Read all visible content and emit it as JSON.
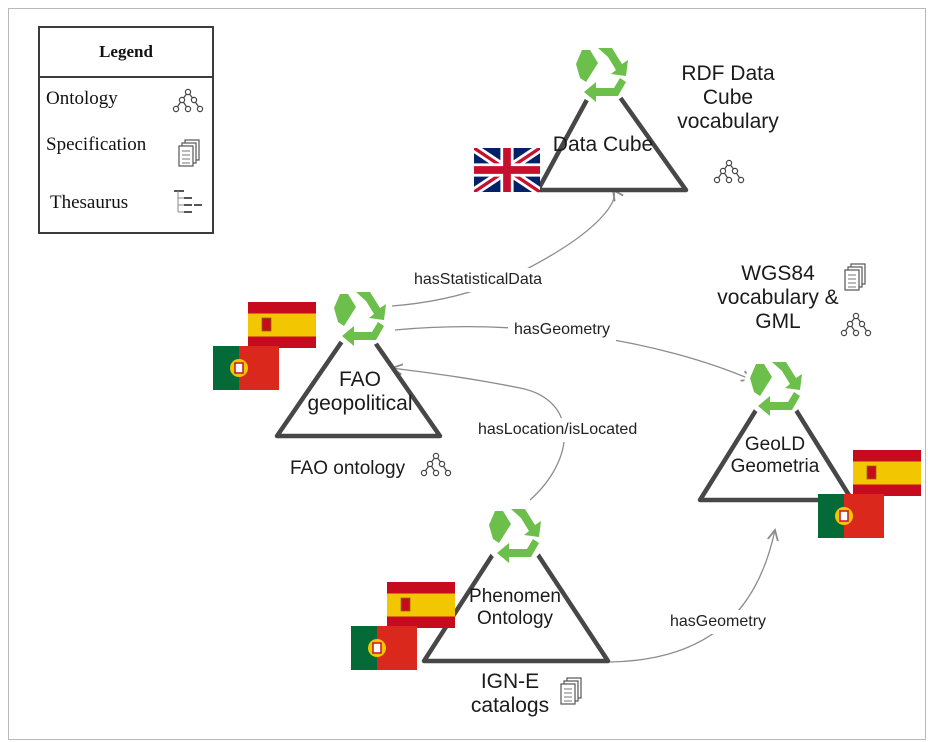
{
  "legend": {
    "title": "Legend",
    "items": [
      {
        "label": "Ontology",
        "icon": "ontology-icon"
      },
      {
        "label": "Specification",
        "icon": "specification-icon"
      },
      {
        "label": "Thesaurus",
        "icon": "thesaurus-icon"
      }
    ]
  },
  "nodes": {
    "data_cube": {
      "label": "Data Cube",
      "caption_lines": [
        "RDF Data",
        "Cube",
        "vocabulary"
      ]
    },
    "fao": {
      "label_lines": [
        "FAO",
        "geopolitical"
      ],
      "caption": "FAO ontology"
    },
    "geold": {
      "label_lines": [
        "GeoLD",
        "Geometria"
      ],
      "caption_lines": [
        "WGS84",
        "vocabulary &",
        "GML"
      ]
    },
    "phenomen": {
      "label_lines": [
        "Phenomen",
        "Ontology"
      ],
      "caption_lines": [
        "IGN-E",
        "catalogs"
      ]
    }
  },
  "edges": {
    "has_statistical_data": "hasStatisticalData",
    "has_geometry_top": "hasGeometry",
    "has_location": "hasLocation/isLocated",
    "has_geometry_bottom": "hasGeometry"
  },
  "colors": {
    "recycle_green": "#6bbf4a",
    "triangle_stroke": "#474747",
    "arrow_stroke": "#8c8c8c",
    "spain_red": "#c60b1e",
    "spain_yellow": "#f2c600",
    "portugal_green": "#046a38",
    "portugal_red": "#da291c",
    "uk_blue": "#012169",
    "uk_red": "#c8102e"
  }
}
